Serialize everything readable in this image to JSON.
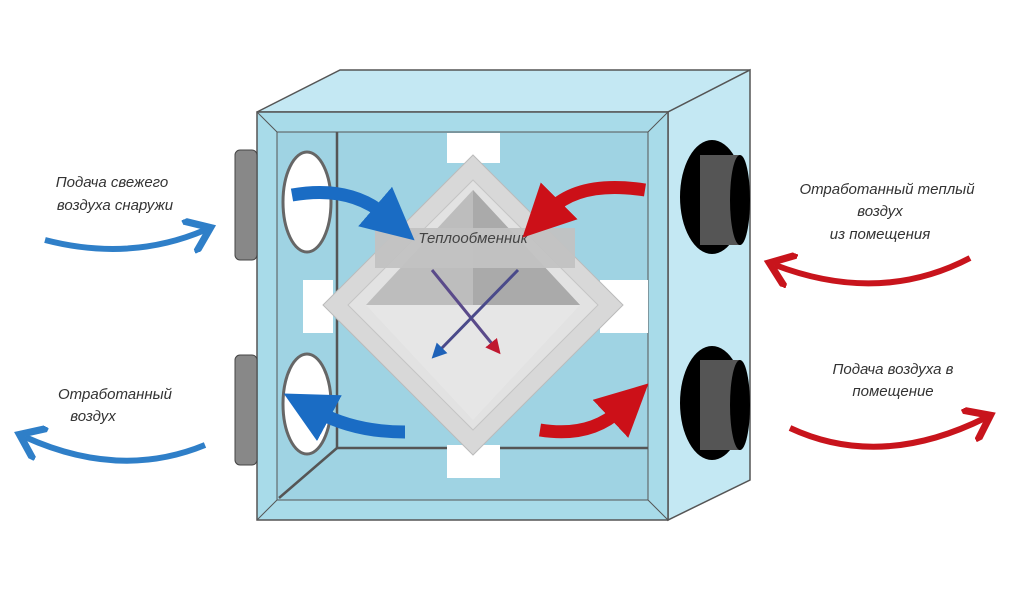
{
  "labels": {
    "fresh_air_in": [
      "Подача свежего",
      "воздуха снаружи"
    ],
    "exhaust_out": [
      "Отработанный",
      "воздух"
    ],
    "warm_exhaust_in": [
      "Отработанный теплый",
      "воздух",
      "из помещения"
    ],
    "supply_out": [
      "Подача воздуха в",
      "помещение"
    ],
    "heat_exchanger": "Теплообменник"
  },
  "colors": {
    "cold": "#2f7fc8",
    "cold_inner": "#1a6cc4",
    "warm": "#c8141c",
    "housing": "#a3d6e6",
    "housing_top": "#c4e8f3",
    "exchanger": "#d6d6d6"
  }
}
